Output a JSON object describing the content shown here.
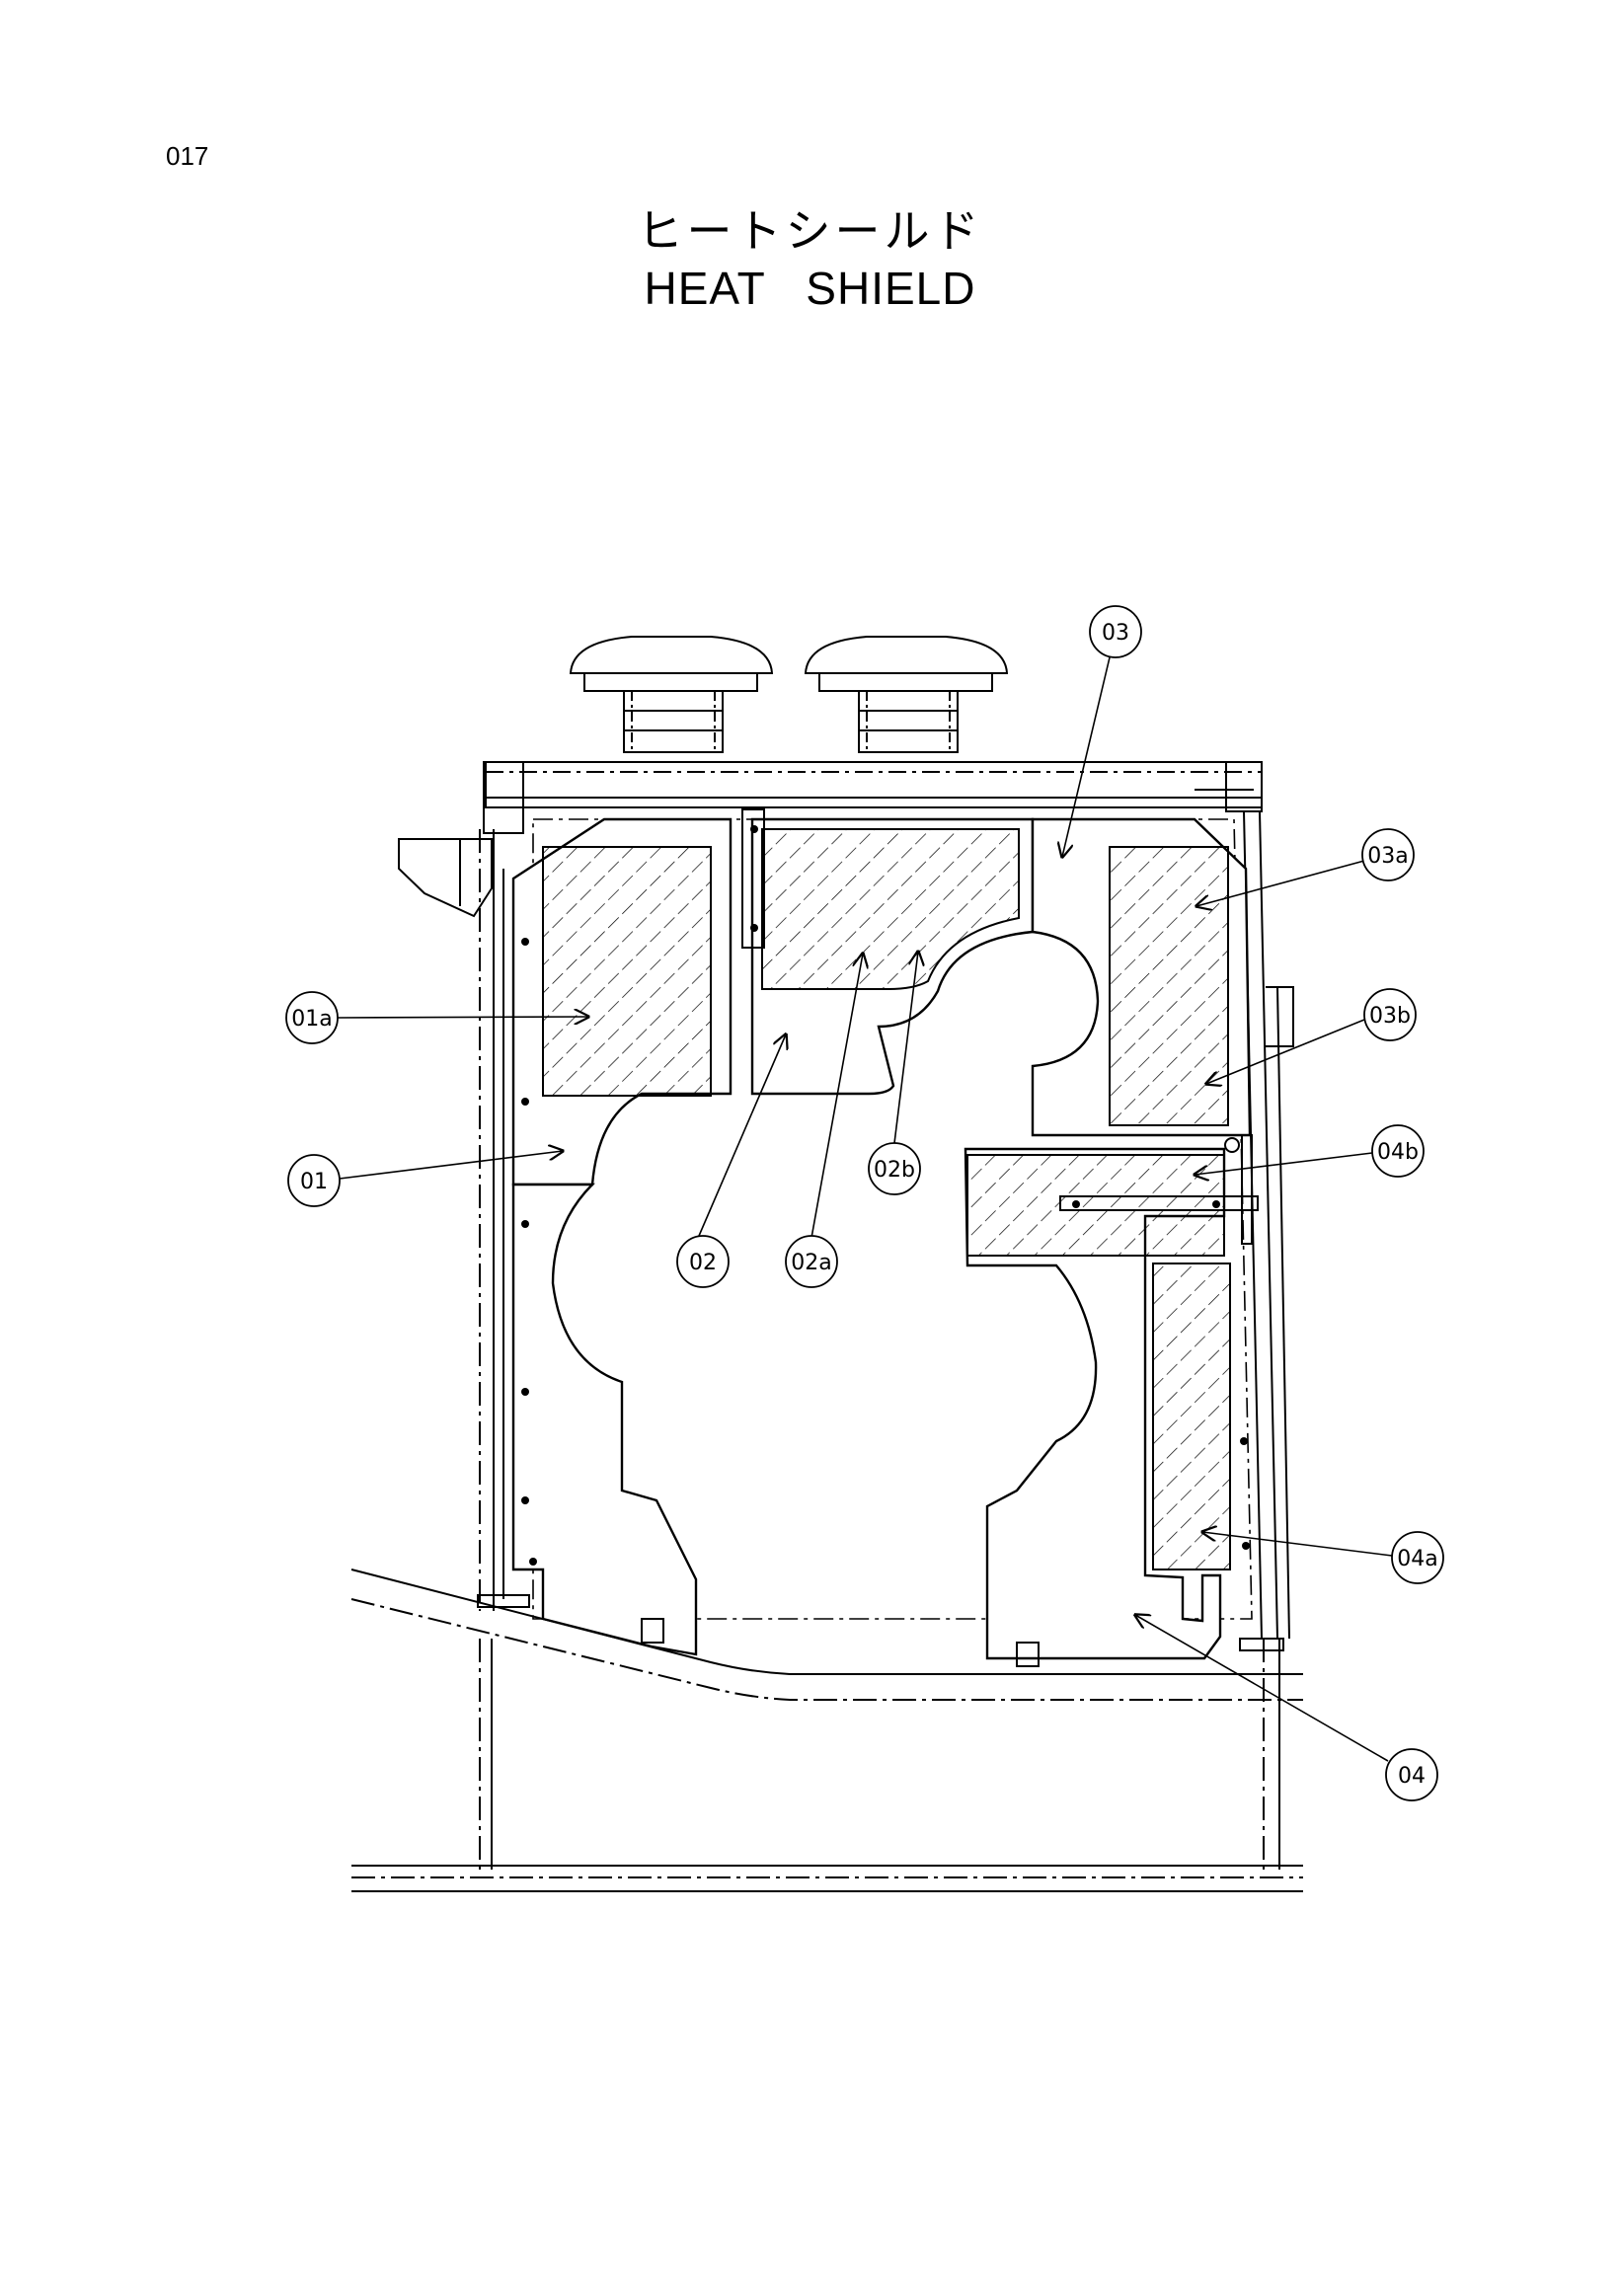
{
  "page_number": "017",
  "title": {
    "japanese": "ヒートシールド",
    "english": "HEAT   SHIELD"
  },
  "callouts": [
    {
      "id": "03",
      "label": "03"
    },
    {
      "id": "03a",
      "label": "03a"
    },
    {
      "id": "01a",
      "label": "01a"
    },
    {
      "id": "03b",
      "label": "03b"
    },
    {
      "id": "01",
      "label": "01"
    },
    {
      "id": "02b",
      "label": "02b"
    },
    {
      "id": "04b",
      "label": "04b"
    },
    {
      "id": "02",
      "label": "02"
    },
    {
      "id": "02a",
      "label": "02a"
    },
    {
      "id": "04a",
      "label": "04a"
    },
    {
      "id": "04",
      "label": "04"
    }
  ],
  "colors": {
    "line": "#000000",
    "background": "#ffffff"
  }
}
